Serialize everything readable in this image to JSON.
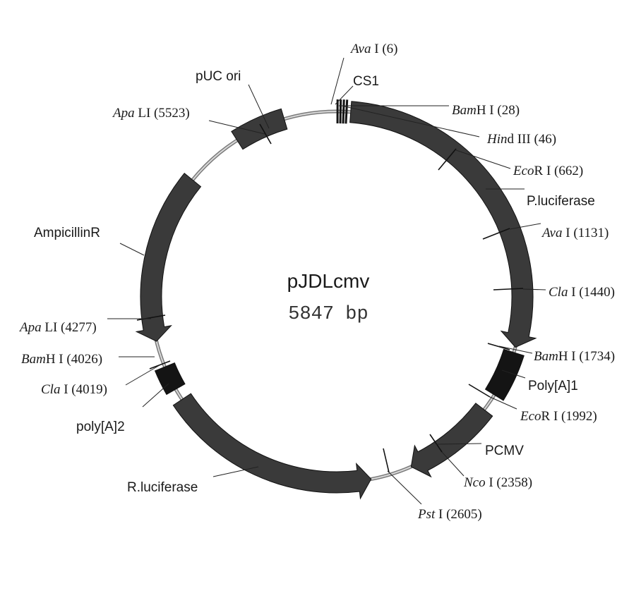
{
  "plasmid": {
    "name": "pJDLcmv",
    "size_label": "5847 bp",
    "total_bp": 5847
  },
  "colors": {
    "feature": "#3a3a3a",
    "feature_dark": "#141414",
    "backbone": "#888888",
    "text": "#1a1a1a"
  },
  "features": [
    {
      "name": "CS1",
      "start": 0,
      "end": 60,
      "style": "bars"
    },
    {
      "name": "P.luciferase",
      "start": 70,
      "end": 1718,
      "style": "arrow-cw"
    },
    {
      "name": "Poly[A]1",
      "start": 1745,
      "end": 1980,
      "style": "dark"
    },
    {
      "name": "PCMV",
      "start": 2070,
      "end": 2540,
      "style": "arrow-cw"
    },
    {
      "name": "R.luciferase",
      "start": 2750,
      "end": 3840,
      "style": "arrow-ccw"
    },
    {
      "name": "poly[A]2",
      "start": 3900,
      "end": 4025,
      "style": "dark"
    },
    {
      "name": "AmpicillinR",
      "start": 4160,
      "end": 5020,
      "style": "arrow-ccw"
    },
    {
      "name": "pUC ori",
      "start": 5320,
      "end": 5580,
      "style": "block"
    }
  ],
  "sites": [
    {
      "enzyme": "Ava",
      "suffix": "I (6)"
    },
    {
      "enzyme": "Bam",
      "suffix": "H I (28)"
    },
    {
      "enzyme": "Hin",
      "suffix": "d III (46)"
    },
    {
      "enzyme": "Eco",
      "suffix": "R I (662)"
    },
    {
      "enzyme": "Ava",
      "suffix": "I (1131)"
    },
    {
      "enzyme": "Cla",
      "suffix": "I (1440)"
    },
    {
      "enzyme": "Bam",
      "suffix": "H I (1734)"
    },
    {
      "enzyme": "Eco",
      "suffix": "R I (1992)"
    },
    {
      "enzyme": "Nco",
      "suffix": "I (2358)"
    },
    {
      "enzyme": "Pst",
      "suffix": "I (2605)"
    },
    {
      "enzyme": "Apa",
      "suffix": "LI (4277)"
    },
    {
      "enzyme": "Bam",
      "suffix": "H I (4026)"
    },
    {
      "enzyme": "Cla",
      "suffix": "I (4019)"
    },
    {
      "enzyme": "Apa",
      "suffix": "LI (5523)"
    }
  ]
}
